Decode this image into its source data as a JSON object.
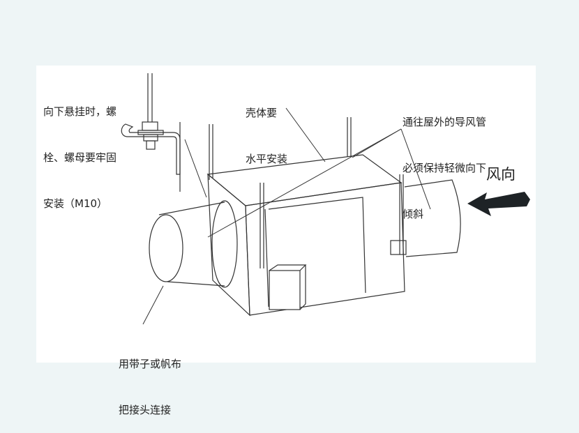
{
  "labels": {
    "bolt_note": [
      "向下悬挂时，螺",
      "栓、螺母要牢固",
      "安装（M10）"
    ],
    "housing_note": [
      "壳体要",
      "水平安装"
    ],
    "duct_note": [
      "通往屋外的导风管",
      "必须保持轻微向下",
      "倾斜"
    ],
    "wind_direction": "风向",
    "joint_note": [
      "用带子或帆布",
      "把接头连接"
    ]
  },
  "colors": {
    "line": "#333333",
    "arrow": "#1e2326",
    "background": "#eef5f6",
    "panel": "#ffffff"
  }
}
